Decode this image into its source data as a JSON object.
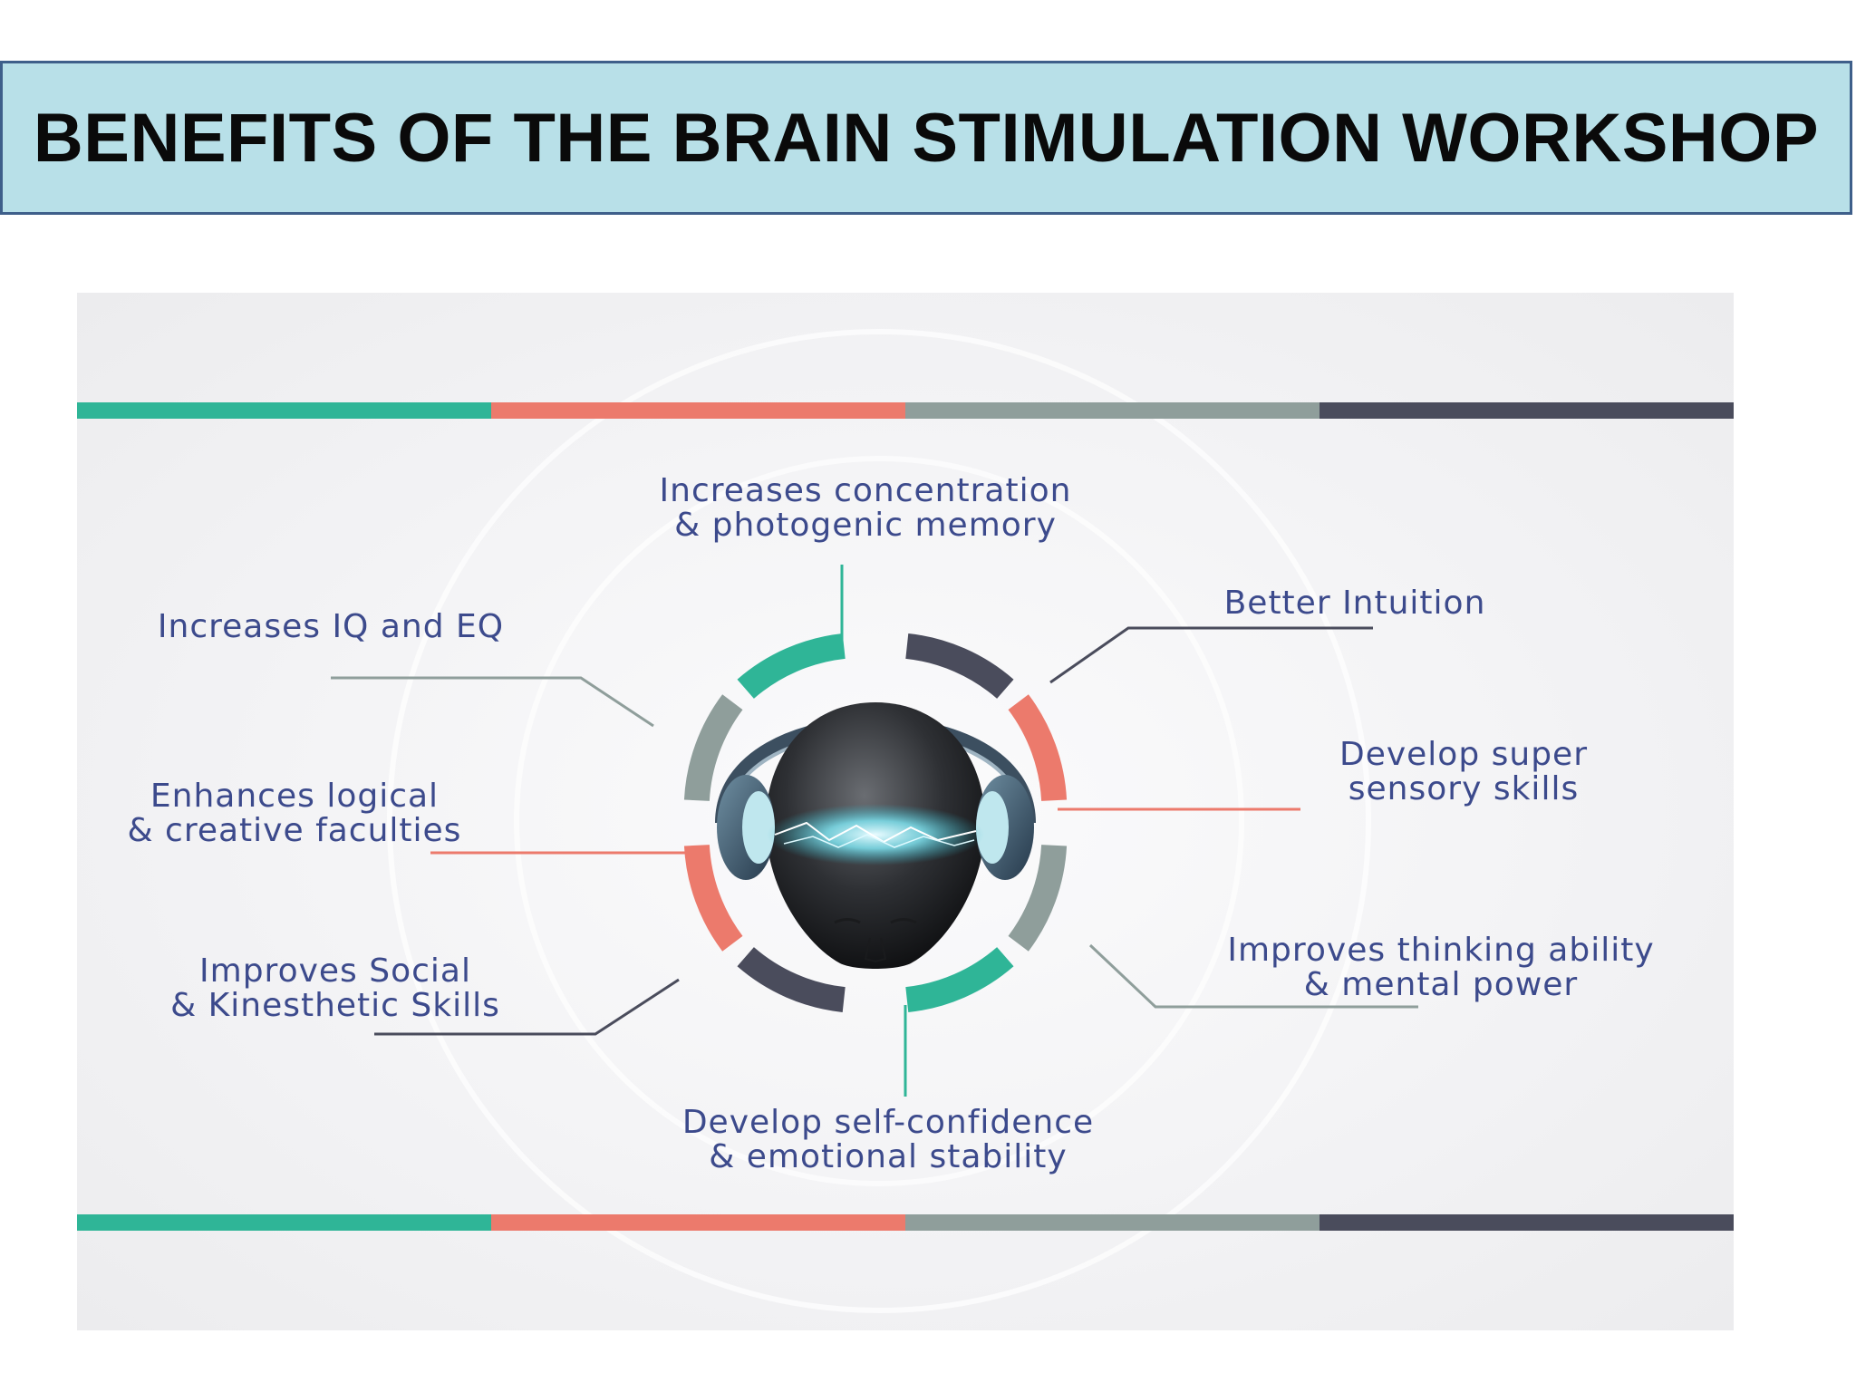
{
  "title": "BENEFITS OF THE BRAIN STIMULATION WORKSHOP",
  "colors": {
    "teal": "#2fb597",
    "coral": "#ec7a6c",
    "gray": "#8f9e9b",
    "dark": "#4a4c5c",
    "label_text": "#3c4a8c",
    "banner_bg": "#b8e0e8",
    "banner_border": "#3e5f8a"
  },
  "center_icon": "head-with-headphones-icon",
  "benefits": [
    {
      "id": "concentration",
      "line1": "Increases concentration",
      "line2": "& photogenic memory",
      "color": "teal"
    },
    {
      "id": "intuition",
      "line1": "Better Intuition",
      "line2": "",
      "color": "dark"
    },
    {
      "id": "sensory",
      "line1": "Develop super",
      "line2": "sensory skills",
      "color": "coral"
    },
    {
      "id": "thinking",
      "line1": "Improves thinking ability",
      "line2": "& mental power",
      "color": "gray"
    },
    {
      "id": "confidence",
      "line1": "Develop self-confidence",
      "line2": "& emotional stability",
      "color": "teal"
    },
    {
      "id": "social",
      "line1": "Improves Social",
      "line2": "& Kinesthetic Skills",
      "color": "dark"
    },
    {
      "id": "logical",
      "line1": "Enhances logical",
      "line2": "& creative faculties",
      "color": "coral"
    },
    {
      "id": "iq",
      "line1": "Increases IQ and EQ",
      "line2": "",
      "color": "gray"
    }
  ]
}
